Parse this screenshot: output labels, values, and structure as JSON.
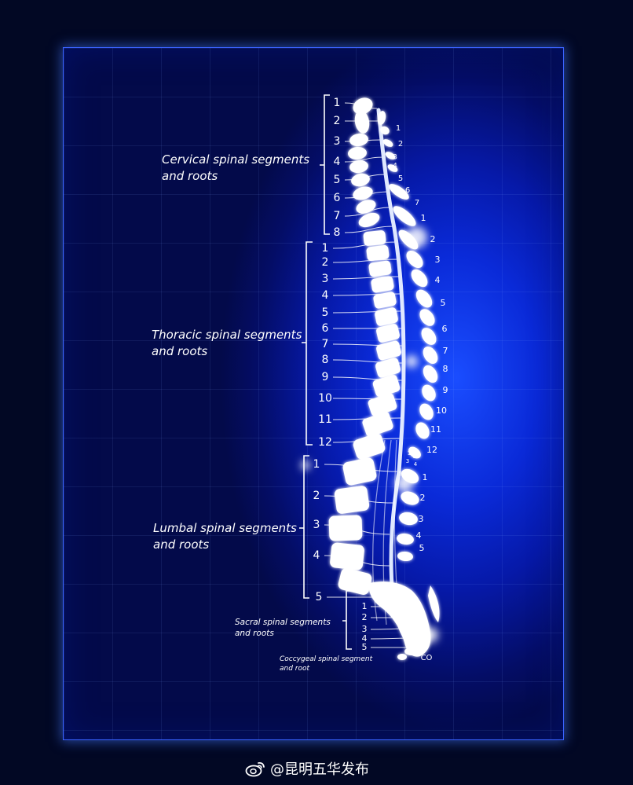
{
  "labels": {
    "cervical": [
      "Cervical spinal segments",
      "and roots"
    ],
    "thoracic": [
      "Thoracic spinal segments",
      "and roots"
    ],
    "lumbar": [
      "Lumbal spinal segments",
      "and roots"
    ],
    "sacral": [
      "Sacral spinal segments",
      "and roots"
    ],
    "coccygeal": [
      "Coccygeal spinal segment",
      "and root"
    ]
  },
  "segments": {
    "cervical": [
      "1",
      "2",
      "3",
      "4",
      "5",
      "6",
      "7",
      "8"
    ],
    "thoracic": [
      "1",
      "2",
      "3",
      "4",
      "5",
      "6",
      "7",
      "8",
      "9",
      "10",
      "11",
      "12"
    ],
    "lumbar": [
      "1",
      "2",
      "3",
      "4",
      "5"
    ],
    "sacral": [
      "1",
      "2",
      "3",
      "4",
      "5"
    ]
  },
  "vertebrae": {
    "cervical": [
      "1",
      "2",
      "3",
      "4",
      "5",
      "6",
      "7"
    ],
    "thoracic": [
      "1",
      "2",
      "3",
      "4",
      "5",
      "6",
      "7",
      "8",
      "9",
      "10",
      "11",
      "12"
    ],
    "lumbar": [
      "1",
      "2",
      "3",
      "4",
      "5"
    ],
    "cord_end": [
      "1",
      "2",
      "3",
      "4",
      "5"
    ],
    "coccyx": "CO"
  },
  "watermark": "@昆明五华发布",
  "colors": {
    "background": "#020824",
    "field_light": "#1a4dff",
    "field_dark": "#030a4a",
    "bone": "#ffffff",
    "bracket": "#ffffff"
  }
}
